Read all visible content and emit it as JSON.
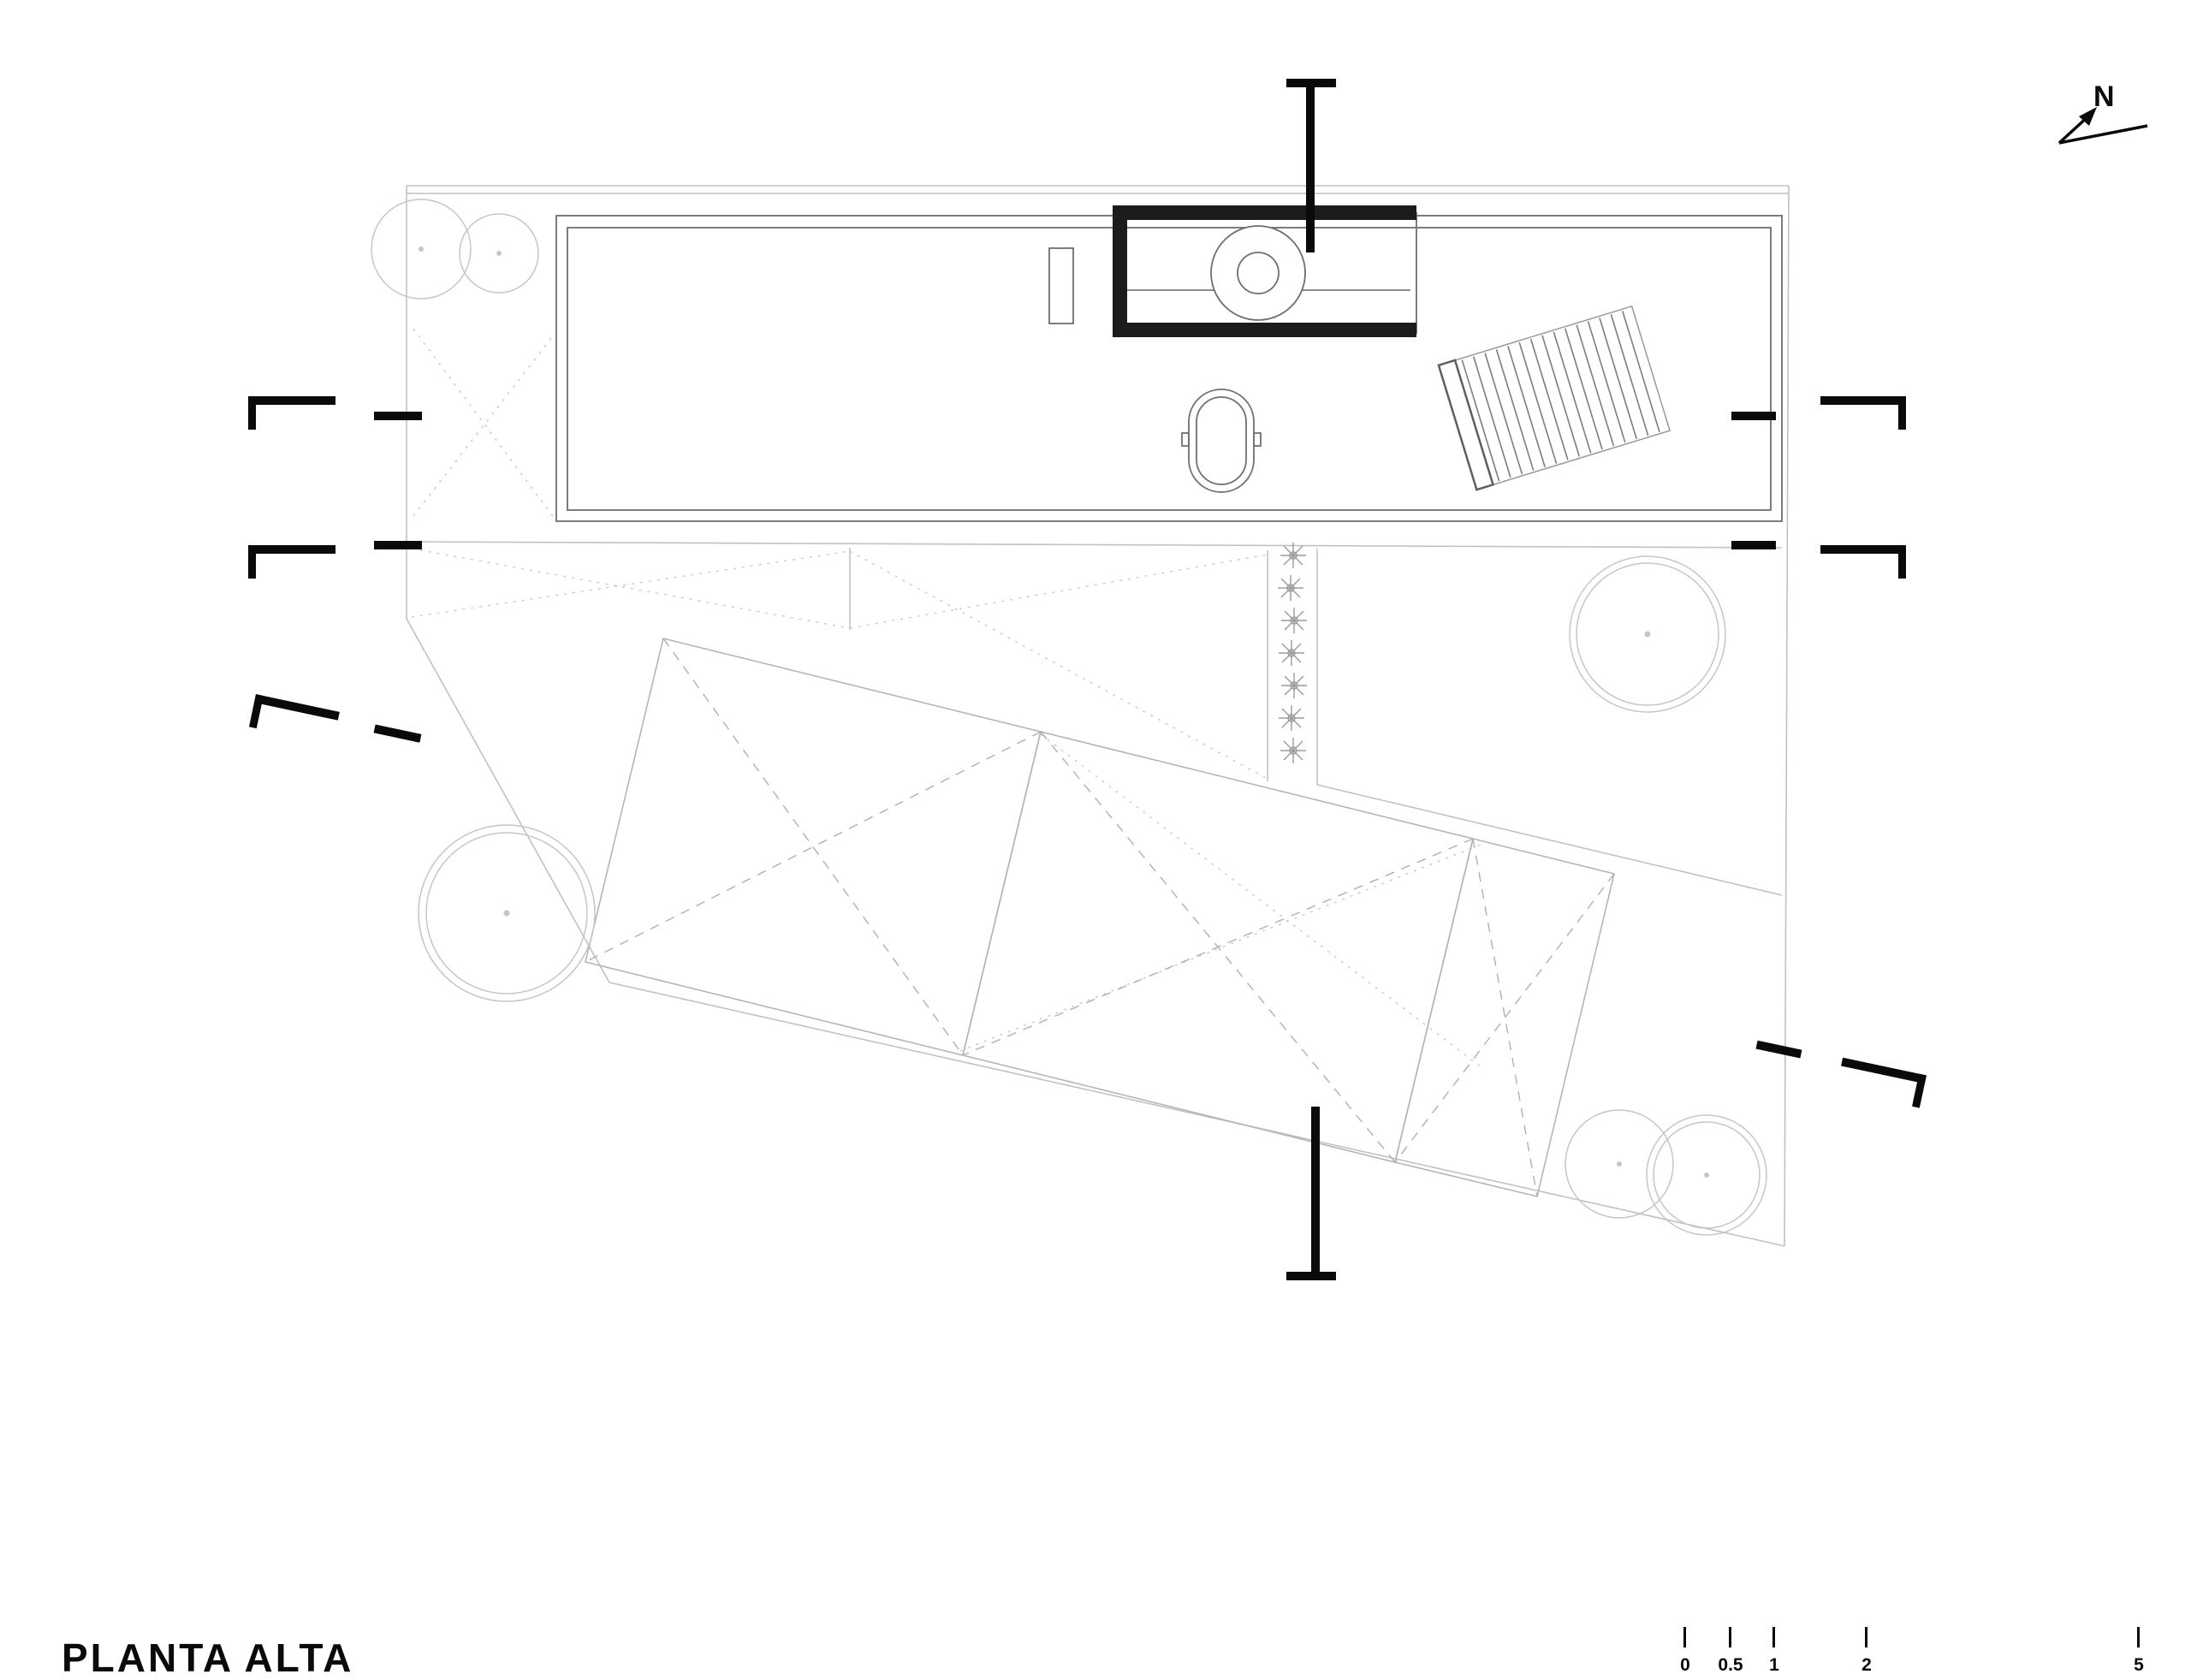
{
  "title": "PLANTA ALTA",
  "north": {
    "label": "N"
  },
  "scale_bar": {
    "labels": [
      "0",
      "0.5",
      "1",
      "2",
      "5"
    ]
  },
  "colors": {
    "ink": "#0a0a0a",
    "wall_black": "#1c1c1c",
    "line_dark": "#6f6f6f",
    "line_medium": "#8a8a8a",
    "line_light": "#c1c1c1"
  }
}
